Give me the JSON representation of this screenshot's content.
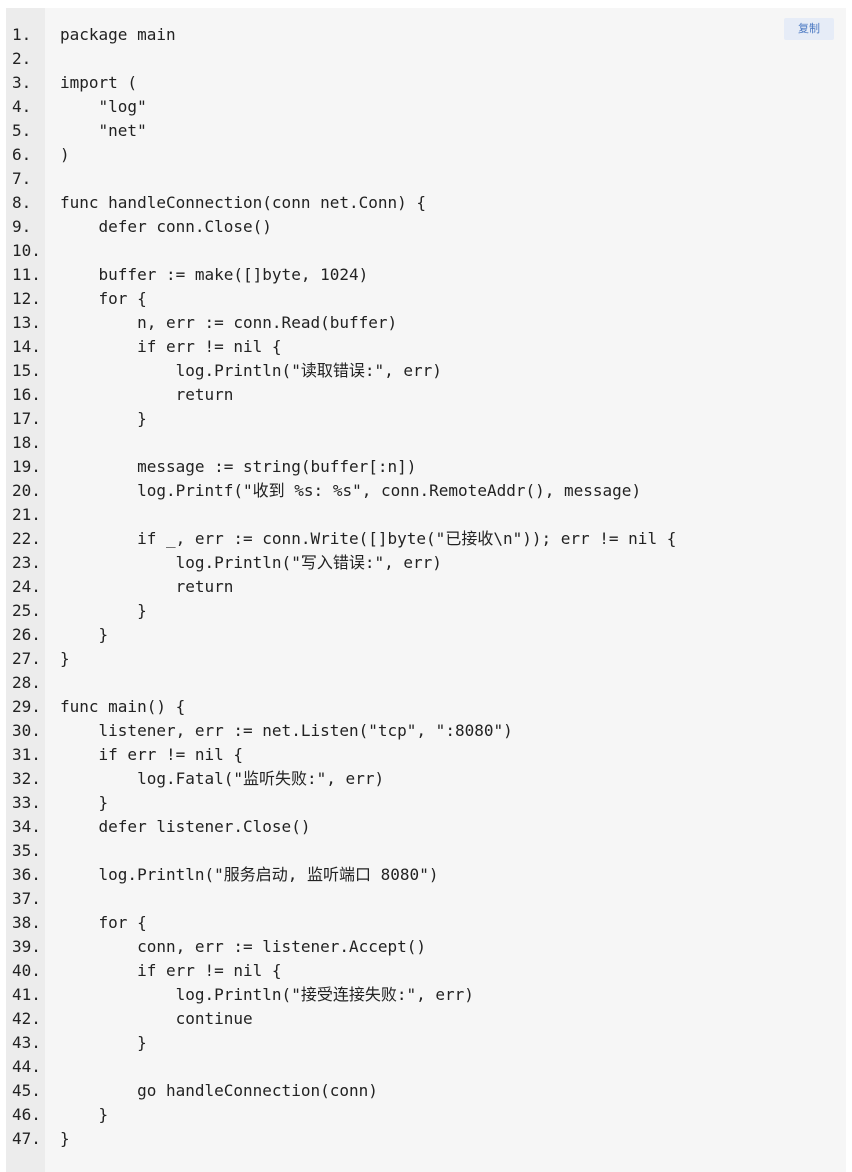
{
  "copy_button": {
    "label": "复制"
  },
  "lines": [
    {
      "n": "1.",
      "text": "package main"
    },
    {
      "n": "2.",
      "text": ""
    },
    {
      "n": "3.",
      "text": "import ("
    },
    {
      "n": "4.",
      "text": "    \"log\""
    },
    {
      "n": "5.",
      "text": "    \"net\""
    },
    {
      "n": "6.",
      "text": ")"
    },
    {
      "n": "7.",
      "text": ""
    },
    {
      "n": "8.",
      "text": "func handleConnection(conn net.Conn) {"
    },
    {
      "n": "9.",
      "text": "    defer conn.Close()"
    },
    {
      "n": "10.",
      "text": ""
    },
    {
      "n": "11.",
      "text": "    buffer := make([]byte, 1024)"
    },
    {
      "n": "12.",
      "text": "    for {"
    },
    {
      "n": "13.",
      "text": "        n, err := conn.Read(buffer)"
    },
    {
      "n": "14.",
      "text": "        if err != nil {"
    },
    {
      "n": "15.",
      "text": "            log.Println(\"读取错误:\", err)"
    },
    {
      "n": "16.",
      "text": "            return"
    },
    {
      "n": "17.",
      "text": "        }"
    },
    {
      "n": "18.",
      "text": ""
    },
    {
      "n": "19.",
      "text": "        message := string(buffer[:n])"
    },
    {
      "n": "20.",
      "text": "        log.Printf(\"收到 %s: %s\", conn.RemoteAddr(), message)"
    },
    {
      "n": "21.",
      "text": ""
    },
    {
      "n": "22.",
      "text": "        if _, err := conn.Write([]byte(\"已接收\\n\")); err != nil {"
    },
    {
      "n": "23.",
      "text": "            log.Println(\"写入错误:\", err)"
    },
    {
      "n": "24.",
      "text": "            return"
    },
    {
      "n": "25.",
      "text": "        }"
    },
    {
      "n": "26.",
      "text": "    }"
    },
    {
      "n": "27.",
      "text": "}"
    },
    {
      "n": "28.",
      "text": ""
    },
    {
      "n": "29.",
      "text": "func main() {"
    },
    {
      "n": "30.",
      "text": "    listener, err := net.Listen(\"tcp\", \":8080\")"
    },
    {
      "n": "31.",
      "text": "    if err != nil {"
    },
    {
      "n": "32.",
      "text": "        log.Fatal(\"监听失败:\", err)"
    },
    {
      "n": "33.",
      "text": "    }"
    },
    {
      "n": "34.",
      "text": "    defer listener.Close()"
    },
    {
      "n": "35.",
      "text": ""
    },
    {
      "n": "36.",
      "text": "    log.Println(\"服务启动, 监听端口 8080\")"
    },
    {
      "n": "37.",
      "text": ""
    },
    {
      "n": "38.",
      "text": "    for {"
    },
    {
      "n": "39.",
      "text": "        conn, err := listener.Accept()"
    },
    {
      "n": "40.",
      "text": "        if err != nil {"
    },
    {
      "n": "41.",
      "text": "            log.Println(\"接受连接失败:\", err)"
    },
    {
      "n": "42.",
      "text": "            continue"
    },
    {
      "n": "43.",
      "text": "        }"
    },
    {
      "n": "44.",
      "text": ""
    },
    {
      "n": "45.",
      "text": "        go handleConnection(conn)"
    },
    {
      "n": "46.",
      "text": "    }"
    },
    {
      "n": "47.",
      "text": "}"
    }
  ]
}
